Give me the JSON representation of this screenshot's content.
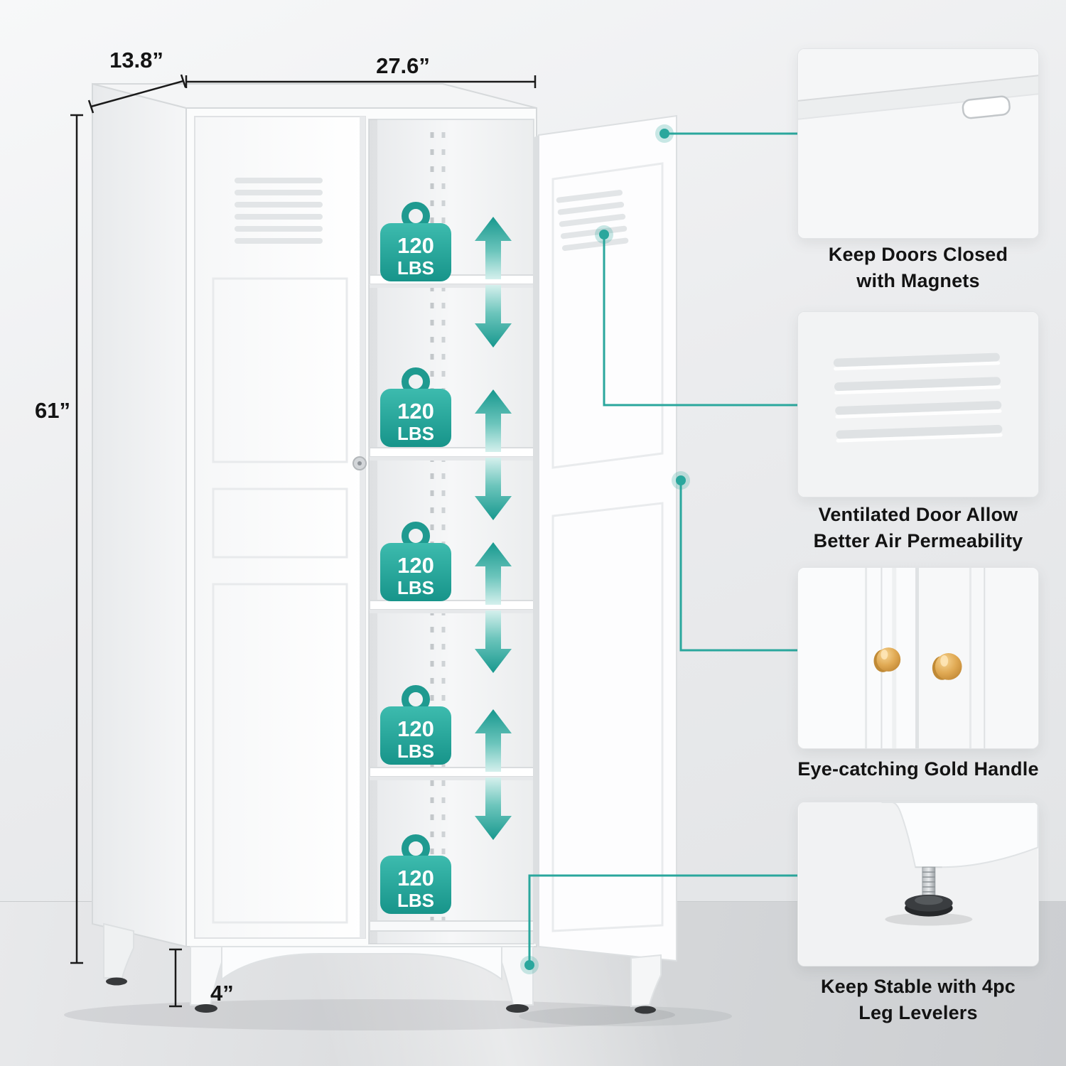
{
  "colors": {
    "accent_teal": "#2aa79d",
    "gold": "#dba04a",
    "cabinet_white": "#fbfcfc"
  },
  "dimensions": {
    "depth": "13.8”",
    "width": "27.6”",
    "height": "61”",
    "leg_height": "4”"
  },
  "capacity": {
    "value": "120",
    "unit": "LBS",
    "badge_count": 5
  },
  "callouts": {
    "magnets": {
      "line1": "Keep Doors Closed",
      "line2": "with Magnets"
    },
    "vent": {
      "line1": "Ventilated Door Allow",
      "line2": "Better Air Permeability"
    },
    "handle": {
      "line1": "Eye-catching Gold Handle"
    },
    "levelers": {
      "line1": "Keep Stable with 4pc",
      "line2": "Leg Levelers"
    }
  }
}
